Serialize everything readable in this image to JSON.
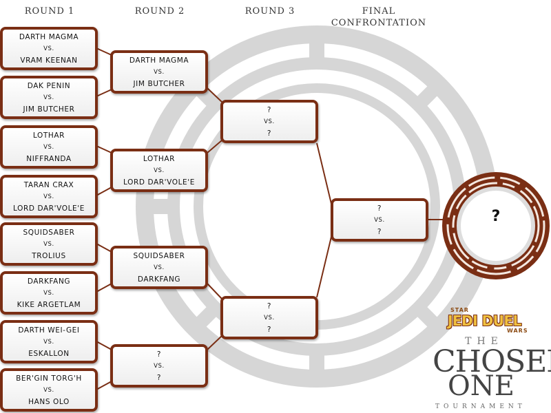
{
  "headers": {
    "round1": "ROUND 1",
    "round2": "ROUND 2",
    "round3": "ROUND 3",
    "final": "FINAL\nCONFRONTATION"
  },
  "vs_label": "VS.",
  "round1": [
    {
      "a": "DARTH MAGMA",
      "b": "VRAM KEENAN"
    },
    {
      "a": "DAK PENIN",
      "b": "JIM BUTCHER"
    },
    {
      "a": "LOTHAR",
      "b": "NIFFRANDA"
    },
    {
      "a": "TARAN CRAX",
      "b": "LORD DAR'VOLE'E"
    },
    {
      "a": "SQUIDSABER",
      "b": "TROLIUS"
    },
    {
      "a": "DARKFANG",
      "b": "KIKE ARGETLAM"
    },
    {
      "a": "DARTH WEI-GEI",
      "b": "ESKALLON"
    },
    {
      "a": "BER'GIN TORG'H",
      "b": "HANS OLO"
    }
  ],
  "round2": [
    {
      "a": "DARTH MAGMA",
      "b": "JIM BUTCHER"
    },
    {
      "a": "LOTHAR",
      "b": "LORD DAR'VOLE'E"
    },
    {
      "a": "SQUIDSABER",
      "b": "DARKFANG"
    },
    {
      "a": "?",
      "b": "?"
    }
  ],
  "round3": [
    {
      "a": "?",
      "b": "?"
    },
    {
      "a": "?",
      "b": "?"
    }
  ],
  "final": {
    "a": "?",
    "b": "?"
  },
  "champion": "?",
  "logo": {
    "star": "STAR",
    "jedi_duel": "JEDI DUEL",
    "wars": "WARS",
    "the": "THE",
    "chosen": "CHOSEN",
    "one": "ONE",
    "tournament": "TOURNAMENT"
  },
  "colors": {
    "box_border": "#7a2e14",
    "connector": "#7a2e14",
    "emblem_gray": "#d6d6d6"
  }
}
